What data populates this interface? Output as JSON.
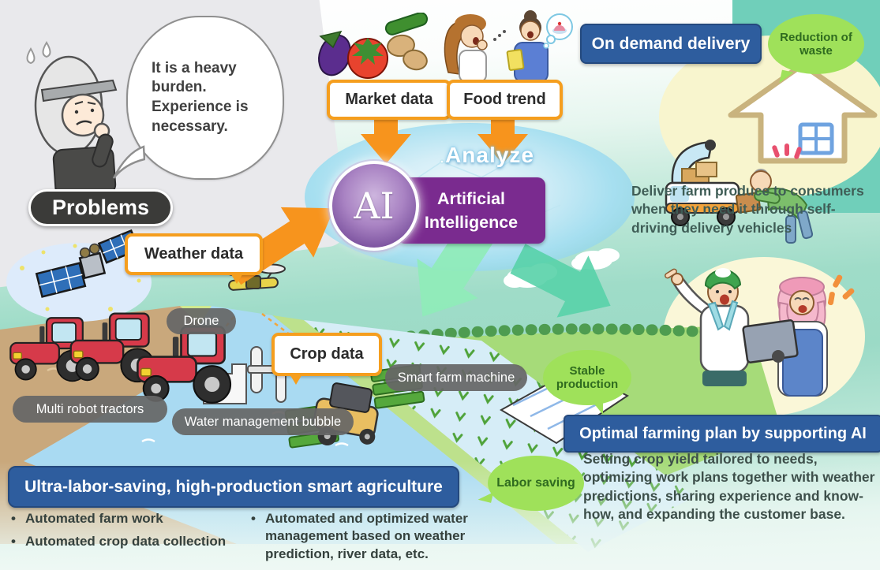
{
  "problems": {
    "speech": "It is a heavy burden. Experience is necessary.",
    "badge": "Problems"
  },
  "data_labels": {
    "market": "Market data",
    "food": "Food trend",
    "weather": "Weather data",
    "crop": "Crop data"
  },
  "ai": {
    "analyze": "Analyze",
    "abbr": "AI",
    "name_line1": "Artificial",
    "name_line2": "Intelligence"
  },
  "delivery": {
    "banner": "On demand delivery",
    "bubble": "Reduction of waste",
    "desc": "Deliver farm produce to consumers when they need it through self-driving delivery vehicles"
  },
  "farm_labels": {
    "tractors": "Multi robot tractors",
    "drone": "Drone",
    "water": "Water management bubble",
    "machine": "Smart farm machine"
  },
  "smart_ag": {
    "banner": "Ultra-labor-saving,  high-production  smart  agriculture",
    "bullets_left": [
      "Automated farm work",
      "Automated crop data collection"
    ],
    "bullets_right": [
      "Automated and optimized water management based on weather prediction, river data, etc."
    ]
  },
  "plan": {
    "banner": "Optimal farming plan by supporting  AI",
    "desc": "Setting crop yield tailored to needs, optimizing work plans together with weather predictions, sharing experience and know-how, and expanding the customer base.",
    "stable_bubble": "Stable production",
    "labor_bubble": "Labor saving"
  },
  "colors": {
    "orange": "#F7941D",
    "banner_blue": "#2E5D9E",
    "purple": "#7A2B8F",
    "green_bubble": "#9FE15A",
    "gray_label": "#6A6A6A",
    "dark_badge": "#3B3B39",
    "teal_background": "#8FD7C5"
  }
}
